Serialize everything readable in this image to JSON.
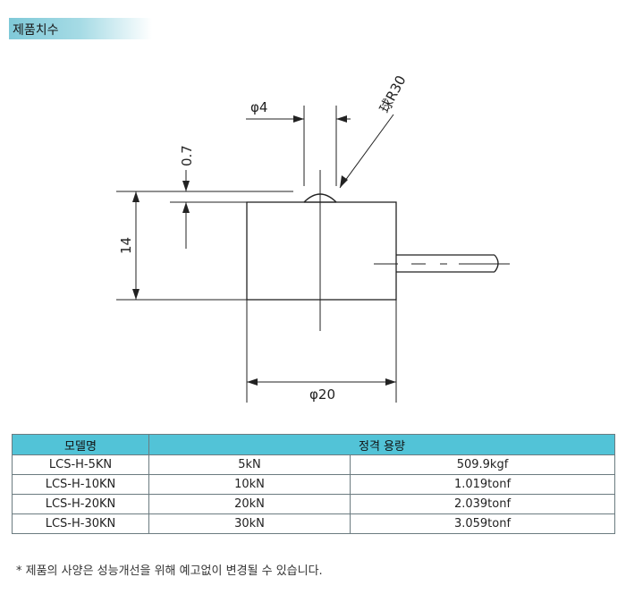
{
  "section_title": "제품치수",
  "drawing": {
    "dim_diameter_top": "φ4",
    "dim_sphere": "球R30",
    "dim_height_top": "0.7",
    "dim_height": "14",
    "dim_diameter_body": "φ20"
  },
  "table": {
    "header_model": "모델명",
    "header_rated": "정격 용량",
    "rows": [
      {
        "model": "LCS-H-5KN",
        "force": "5kN",
        "weight": "509.9kgf"
      },
      {
        "model": "LCS-H-10KN",
        "force": "10kN",
        "weight": "1.019tonf"
      },
      {
        "model": "LCS-H-20KN",
        "force": "20kN",
        "weight": "2.039tonf"
      },
      {
        "model": "LCS-H-30KN",
        "force": "30kN",
        "weight": "3.059tonf"
      }
    ]
  },
  "footnote": "* 제품의 사양은 성능개선을 위해 예고없이 변경될 수 있습니다."
}
